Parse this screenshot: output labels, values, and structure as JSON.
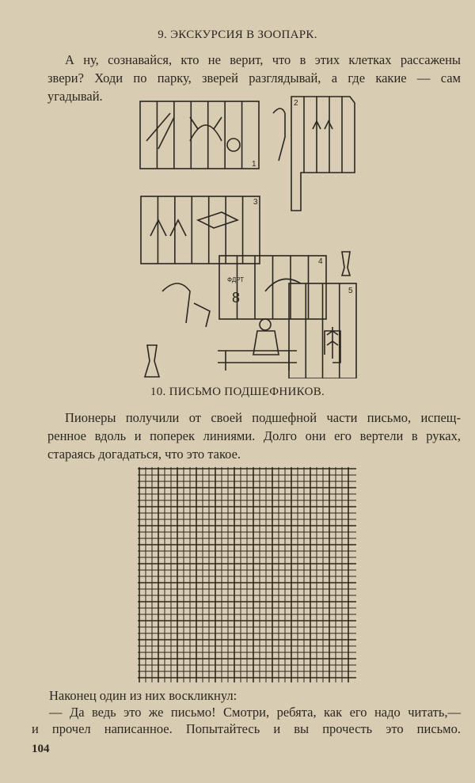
{
  "section9": {
    "title": "9. ЭКСКУРСИЯ В ЗООПАРК.",
    "lines": [
      "А ну, сознавайся, кто не верит, что в этих клетках рассажены",
      "звери? Ходи по парку, зверей разглядывай, а где какие — сам",
      "угадывай."
    ],
    "illustration": {
      "cage_numbers": [
        "1",
        "2",
        "3",
        "4",
        "5"
      ],
      "sign_text": "ФДРТ",
      "sign_number": "8"
    }
  },
  "section10": {
    "title": "10. ПИСЬМО ПОДШЕФНИКОВ.",
    "lines": [
      "Пионеры получили от своей подшефной части письмо, испещ-",
      "ренное вдоль и поперек линиями. Долго они его вертели в руках,",
      "стараясь догадаться, что это такое."
    ],
    "closing_lines": [
      "Наконец один из них воскликнул:",
      "— Да ведь это же письмо! Смотри, ребята, как его надо читать,—",
      "и прочел написанное. Попытайтесь и вы прочесть это письмо."
    ]
  },
  "page_number": "104"
}
